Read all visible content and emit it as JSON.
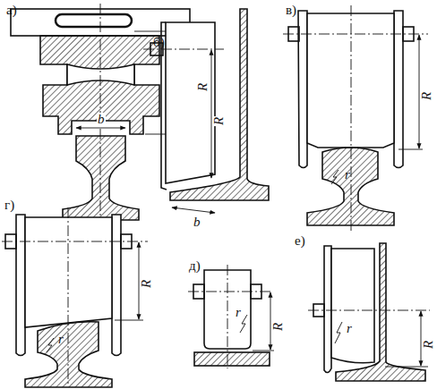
{
  "diagram": {
    "labels": [
      "а)",
      "б)",
      "в)",
      "г)",
      "д)",
      "е)",
      "R",
      "R",
      "R",
      "R",
      "R",
      "R",
      "b",
      "b",
      "r",
      "r",
      "r",
      "r"
    ]
  }
}
